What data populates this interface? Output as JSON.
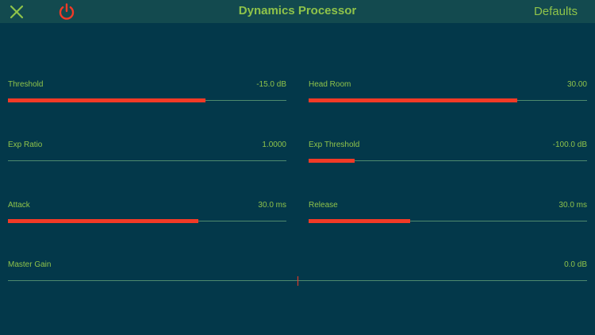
{
  "header": {
    "title": "Dynamics Processor",
    "defaults_label": "Defaults",
    "close_icon": "close-icon",
    "power_icon": "power-icon",
    "accent_color": "#8fc34a",
    "power_color": "#f23a26"
  },
  "params": [
    {
      "key": "threshold",
      "label": "Threshold",
      "value": "-15.0 dB",
      "fill": 0.71
    },
    {
      "key": "head-room",
      "label": "Head Room",
      "value": "30.00",
      "fill": 0.75
    },
    {
      "key": "exp-ratio",
      "label": "Exp Ratio",
      "value": "1.0000",
      "fill": 0.0
    },
    {
      "key": "exp-threshold",
      "label": "Exp Threshold",
      "value": "-100.0 dB",
      "fill": 0.165
    },
    {
      "key": "attack",
      "label": "Attack",
      "value": "30.0 ms",
      "fill": 0.685
    },
    {
      "key": "release",
      "label": "Release",
      "value": "30.0 ms",
      "fill": 0.365
    },
    {
      "key": "master-gain",
      "label": "Master Gain",
      "value": "0.0 dB",
      "fill": 0.5,
      "bipolar": true
    }
  ],
  "colors": {
    "background": "#03384a",
    "topbar": "#134a4f",
    "slider_fill": "#f23a26",
    "slider_track": "#4e8a6e"
  }
}
